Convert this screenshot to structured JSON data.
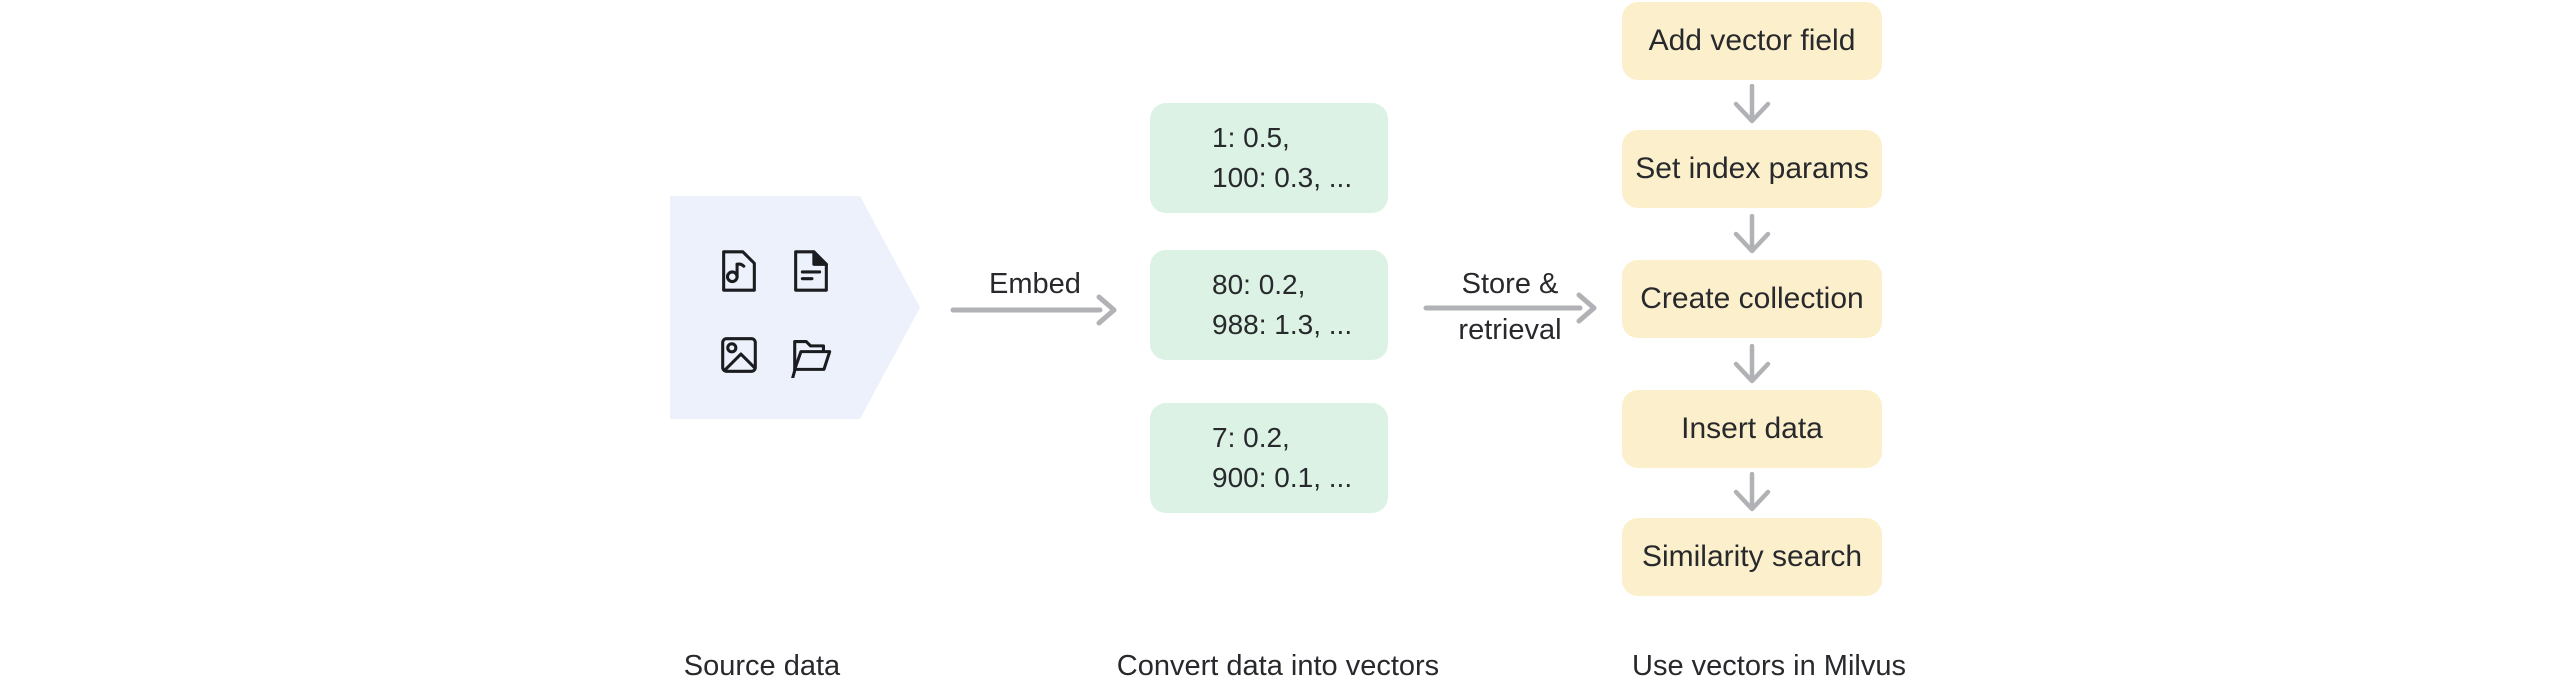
{
  "colors": {
    "canvas_bg": "#ffffff",
    "pentagon_bg": "#edf1fb",
    "vector_box_bg": "#dcf2e4",
    "step_box_bg": "#fcefcb",
    "arrow": "#b1b2b5",
    "icon_stroke": "#1b1c1f",
    "text": "#27292c"
  },
  "source": {
    "caption": "Source data",
    "icons": [
      "audio-file",
      "text-document",
      "image",
      "folder"
    ]
  },
  "embed": {
    "label": "Embed"
  },
  "vectors": {
    "caption": "Convert data into vectors",
    "boxes": [
      {
        "line1": "1: 0.5,",
        "line2": "100: 0.3, ..."
      },
      {
        "line1": "80: 0.2,",
        "line2": "988: 1.3, ..."
      },
      {
        "line1": "7: 0.2,",
        "line2": "900: 0.1, ..."
      }
    ]
  },
  "store": {
    "label_line1": "Store &",
    "label_line2": "retrieval"
  },
  "milvus": {
    "caption": "Use vectors in Milvus",
    "steps": [
      "Add vector field",
      "Set index params",
      "Create collection",
      "Insert data",
      "Similarity search"
    ]
  }
}
